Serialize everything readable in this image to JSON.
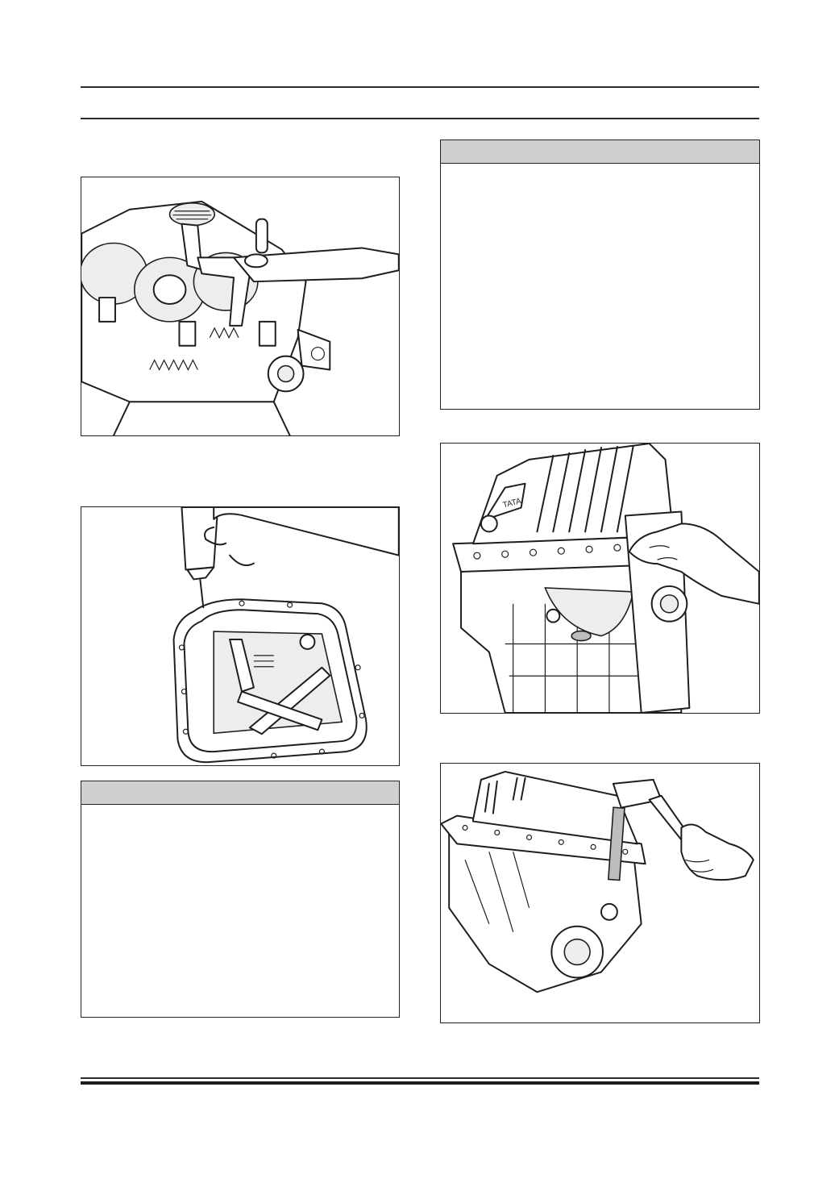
{
  "page": {
    "header_text": "",
    "footer_text": ""
  },
  "figures": [
    {
      "id": "fig-1",
      "icon": "engine-oil-strainer-illustration"
    },
    {
      "id": "fig-2",
      "icon": "sealant-application-oil-pan-illustration"
    },
    {
      "id": "fig-3",
      "icon": "engine-oil-pan-fitting-illustration"
    },
    {
      "id": "fig-4",
      "icon": "oil-pan-tapping-with-mallet-illustration"
    }
  ],
  "note_boxes": [
    {
      "id": "note-right-top",
      "title": "",
      "body": ""
    },
    {
      "id": "note-left-bottom",
      "title": "",
      "body": ""
    }
  ],
  "colors": {
    "rule": "#2a2a2a",
    "note_header_fill": "#cfcfcf",
    "line_art": "#1e1e1e"
  }
}
